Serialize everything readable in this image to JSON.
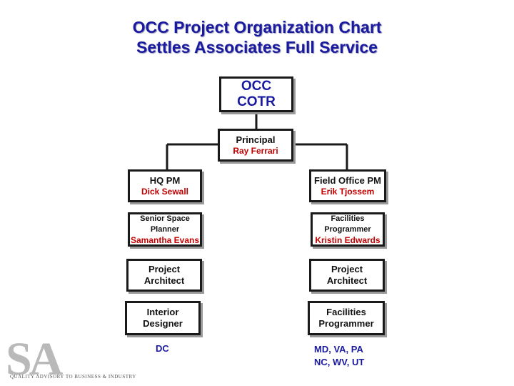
{
  "title": {
    "line1": "OCC Project Organization Chart",
    "line2": "Settles Associates Full Service"
  },
  "top_box": {
    "line1": "OCC",
    "line2": "COTR"
  },
  "principal": {
    "role": "Principal",
    "name": "Ray Ferrari"
  },
  "left_branch": {
    "pm": {
      "role": "HQ PM",
      "name": "Dick Sewall"
    },
    "planner": {
      "role_line1": "Senior Space",
      "role_line2": "Planner",
      "name": "Samantha Evans"
    },
    "architect": {
      "line1": "Project",
      "line2": "Architect"
    },
    "designer": {
      "line1": "Interior",
      "line2": "Designer"
    },
    "location": "DC"
  },
  "right_branch": {
    "pm": {
      "role": "Field Office PM",
      "name": "Erik Tjossem"
    },
    "programmer": {
      "role_line1": "Facilities",
      "role_line2": "Programmer",
      "name": "Kristin Edwards"
    },
    "architect": {
      "line1": "Project",
      "line2": "Architect"
    },
    "fac_programmer": {
      "line1": "Facilities",
      "line2": "Programmer"
    },
    "location_line1": "MD, VA, PA",
    "location_line2": "NC, WV, UT"
  },
  "logo": {
    "mark": "SA",
    "tagline": "QUALITY ADVISORY TO BUSINESS & INDUSTRY"
  },
  "colors": {
    "title": "#1a1aa0",
    "name": "#c00000",
    "border": "#1a1a1a"
  }
}
